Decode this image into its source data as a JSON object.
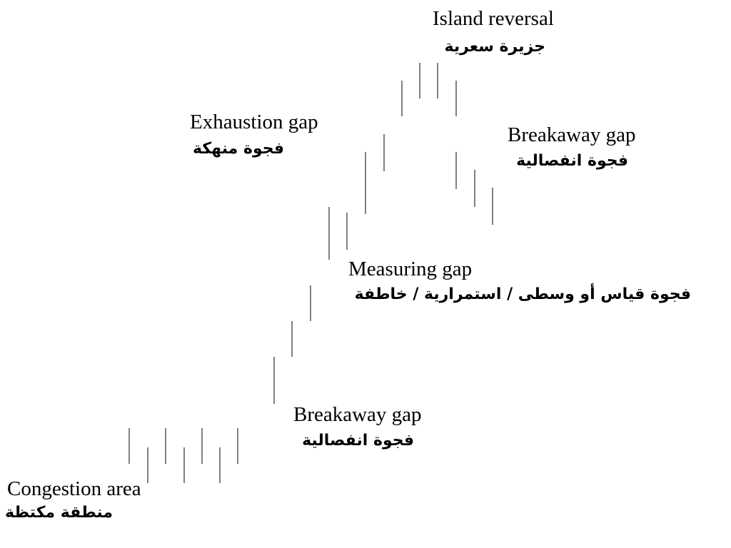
{
  "labels": {
    "island_reversal": {
      "en": "Island reversal",
      "ar": "جزيرة سعرية"
    },
    "exhaustion_gap": {
      "en": "Exhaustion gap",
      "ar": "فجوة منهكة"
    },
    "breakaway_gap_top": {
      "en": "Breakaway gap",
      "ar": "فجوة انفصالية"
    },
    "measuring_gap": {
      "en": "Measuring gap",
      "ar": "فجوة قياس أو وسطى / استمرارية / خاطفة"
    },
    "breakaway_gap_bottom": {
      "en": "Breakaway gap",
      "ar": "فجوة انفصالية"
    },
    "congestion_area": {
      "en": "Congestion area",
      "ar": "منطقة مكتظة"
    }
  },
  "colors": {
    "line": "#000000",
    "text": "#000000",
    "background": "#ffffff"
  }
}
